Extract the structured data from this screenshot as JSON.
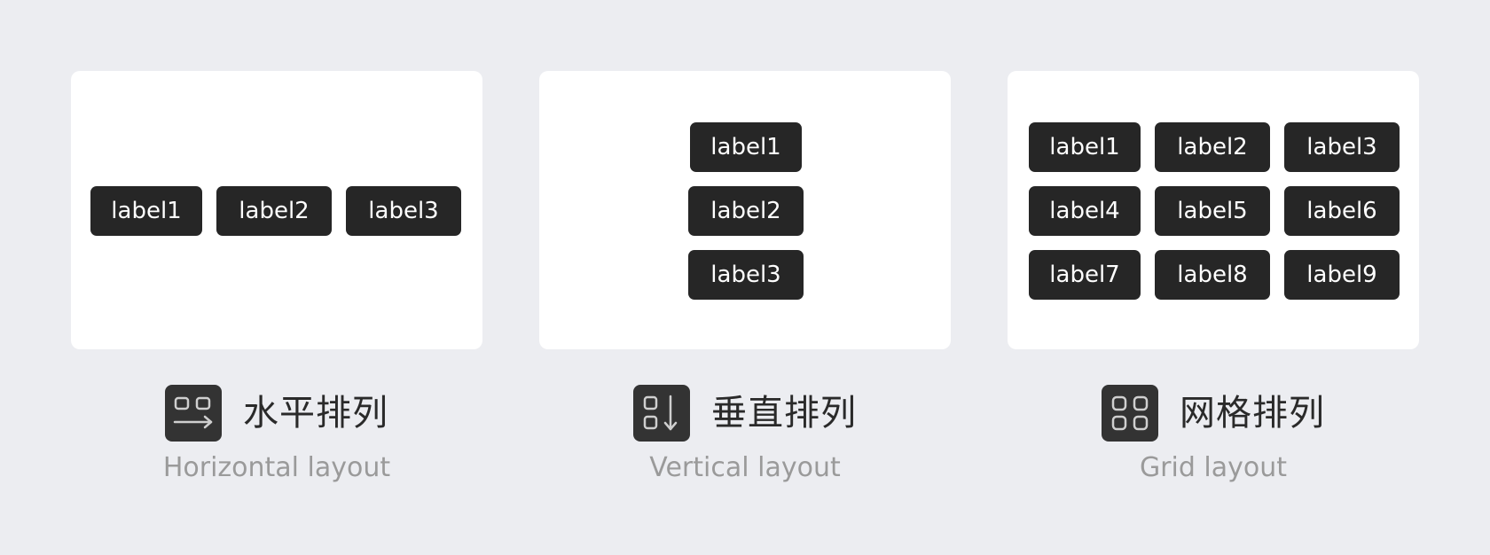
{
  "colors": {
    "background": "#ecedf1",
    "panel": "#ffffff",
    "chip": "#262626",
    "chip_text": "#ffffff",
    "icon_bg": "#333333",
    "title_text": "#2a2a2a",
    "subtitle_text": "#9a9a9a"
  },
  "horizontal": {
    "chips": [
      "label1",
      "label2",
      "label3"
    ],
    "icon": "horizontal-layout-icon",
    "title": "水平排列",
    "subtitle": "Horizontal layout"
  },
  "vertical": {
    "chips": [
      "label1",
      "label2",
      "label3"
    ],
    "icon": "vertical-layout-icon",
    "title": "垂直排列",
    "subtitle": "Vertical layout"
  },
  "grid": {
    "chips": [
      "label1",
      "label2",
      "label3",
      "label4",
      "label5",
      "label6",
      "label7",
      "label8",
      "label9"
    ],
    "icon": "grid-layout-icon",
    "title": "网格排列",
    "subtitle": "Grid layout"
  }
}
